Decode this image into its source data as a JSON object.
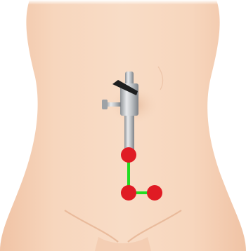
{
  "scene": {
    "subject": "abdomen-torso",
    "background_color": "#ffffff",
    "skin_color": "#f6d3b8",
    "skin_shadow_color": "#e9b999"
  },
  "instrument": {
    "name": "trocar-with-stopcock",
    "body_color": "#b9bcc0",
    "handle_color": "#1f1f1f"
  },
  "path": {
    "line_color": "#22dd22",
    "marker_color": "#e01b24",
    "markers": [
      {
        "id": "top-marker"
      },
      {
        "id": "corner-marker"
      },
      {
        "id": "right-marker"
      }
    ]
  }
}
